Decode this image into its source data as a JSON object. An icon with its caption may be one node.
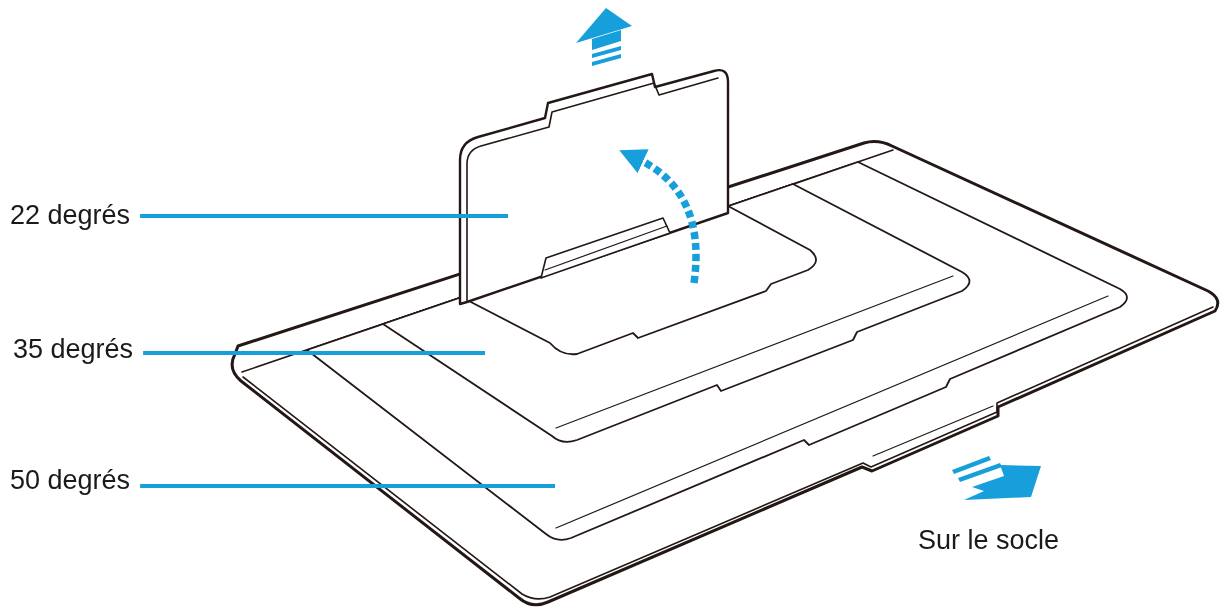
{
  "diagram": {
    "nodes": [
      {
        "text": [
          "22 degrés"
        ]
      },
      {
        "text": [
          "35 degrés"
        ]
      },
      {
        "text": [
          "50 degrés"
        ]
      },
      {
        "text": [],
        "shape": "picture"
      },
      {
        "text": [],
        "shape": "picture"
      },
      {
        "text": [],
        "shape": "picture",
        "in": 4
      }
    ],
    "edges": [
      {
        "from": 0,
        "to": 3,
        "arrow": "none"
      },
      {
        "from": 1,
        "to": 5,
        "arrow": "none"
      },
      {
        "from": 2,
        "to": 4,
        "arrow": "none"
      },
      {
        "from": 5,
        "to": 3,
        "arrow": "to",
        "style": "dashed"
      }
    ],
    "labels": [
      "Sur le socle"
    ]
  }
}
